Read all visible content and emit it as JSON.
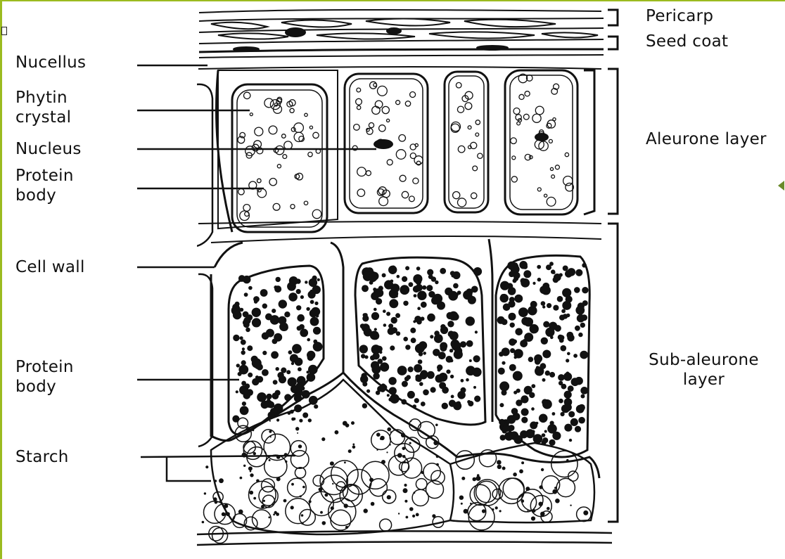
{
  "labels": {
    "pericarp": "Pericarp",
    "seed_coat": "Seed  coat",
    "nucellus": "Nucellus",
    "phytin_crystal": "Phytin\ncrystal",
    "nucleus": "Nucleus",
    "protein_body_aleurone": "Protein\nbody",
    "aleurone_layer": "Aleurone layer",
    "cell_wall": "Cell   wall",
    "protein_body_sub": "Protein\nbody",
    "sub_aleurone_layer": "Sub-aleurone\nlayer",
    "starch": "Starch"
  },
  "colors": {
    "frame_border": "#9bbb1f",
    "ink": "#111111",
    "arrow": "#6a8a2a"
  },
  "icons": {
    "handle": "resize-handle-icon",
    "arrow": "left-arrow-icon"
  }
}
